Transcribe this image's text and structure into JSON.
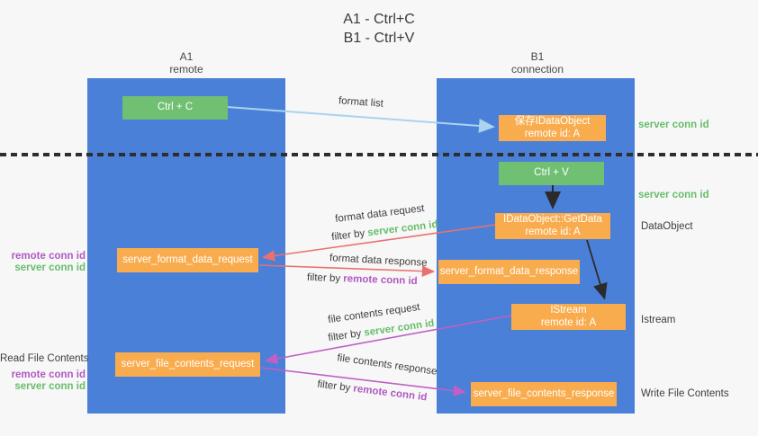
{
  "title": {
    "line1": "A1 - Ctrl+C",
    "line2": "B1 - Ctrl+V"
  },
  "columns": {
    "left": {
      "name": "A1",
      "role": "remote"
    },
    "right": {
      "name": "B1",
      "role": "connection"
    }
  },
  "nodes": {
    "ctrl_c": {
      "label": "Ctrl + C"
    },
    "save_idataobject": {
      "line1": "保存IDataObject",
      "line2": "remote id: A"
    },
    "ctrl_v": {
      "label": "Ctrl + V"
    },
    "idataobject_getdata": {
      "line1": "IDataObject::GetData",
      "line2": "remote id: A"
    },
    "server_format_data_request": {
      "label": "server_format_data_request"
    },
    "server_format_data_response": {
      "label": "server_format_data_response"
    },
    "istream": {
      "line1": "IStream",
      "line2": "remote id: A"
    },
    "server_file_contents_request": {
      "label": "server_file_contents_request"
    },
    "server_file_contents_response": {
      "label": "server_file_contents_response"
    }
  },
  "arrow_labels": {
    "format_list": "format list",
    "format_data_request": "format data request",
    "format_data_response": "format data response",
    "file_contents_request": "file contents request",
    "file_contents_response": "file contents response",
    "filter_by": "filter by ",
    "server_conn_id": "server conn id",
    "remote_conn_id": "remote conn id"
  },
  "side_labels": {
    "right": {
      "server_conn_id_1": "server conn id",
      "server_conn_id_2": "server conn id",
      "dataobject": "DataObject",
      "istream": "Istream",
      "write_file_contents": "Write File Contents"
    },
    "left": {
      "remote_conn_id_1": "remote conn id",
      "server_conn_id_1": "server conn id",
      "read_file_contents": "Read File Contents",
      "remote_conn_id_2": "remote conn id",
      "server_conn_id_2": "server conn id"
    }
  },
  "colors": {
    "column_blue": "#4a80d8",
    "node_green": "#71bf73",
    "node_orange": "#f9ac4e",
    "server_conn_green": "#67bd6b",
    "remote_conn_purple": "#b159c1",
    "arrow_salmon": "#e8716f",
    "arrow_magenta": "#c05fc6",
    "arrow_lightblue": "#a9d3ee",
    "arrow_black": "#2b2b2b"
  }
}
